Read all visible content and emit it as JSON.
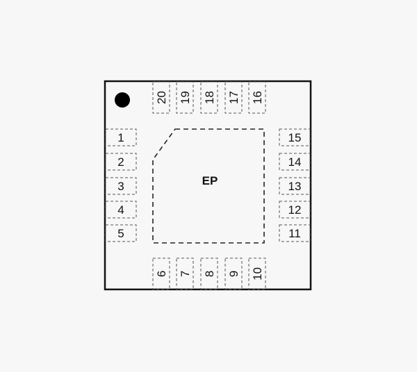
{
  "package": {
    "exposed_pad_label": "EP",
    "pins": {
      "left": [
        "1",
        "2",
        "3",
        "4",
        "5"
      ],
      "bottom": [
        "6",
        "7",
        "8",
        "9",
        "10"
      ],
      "right": [
        "15",
        "14",
        "13",
        "12",
        "11"
      ],
      "top": [
        "20",
        "19",
        "18",
        "17",
        "16"
      ]
    }
  },
  "colors": {
    "outline": "#111111",
    "pin_outline": "#555555",
    "background": "#f7f7f7"
  }
}
